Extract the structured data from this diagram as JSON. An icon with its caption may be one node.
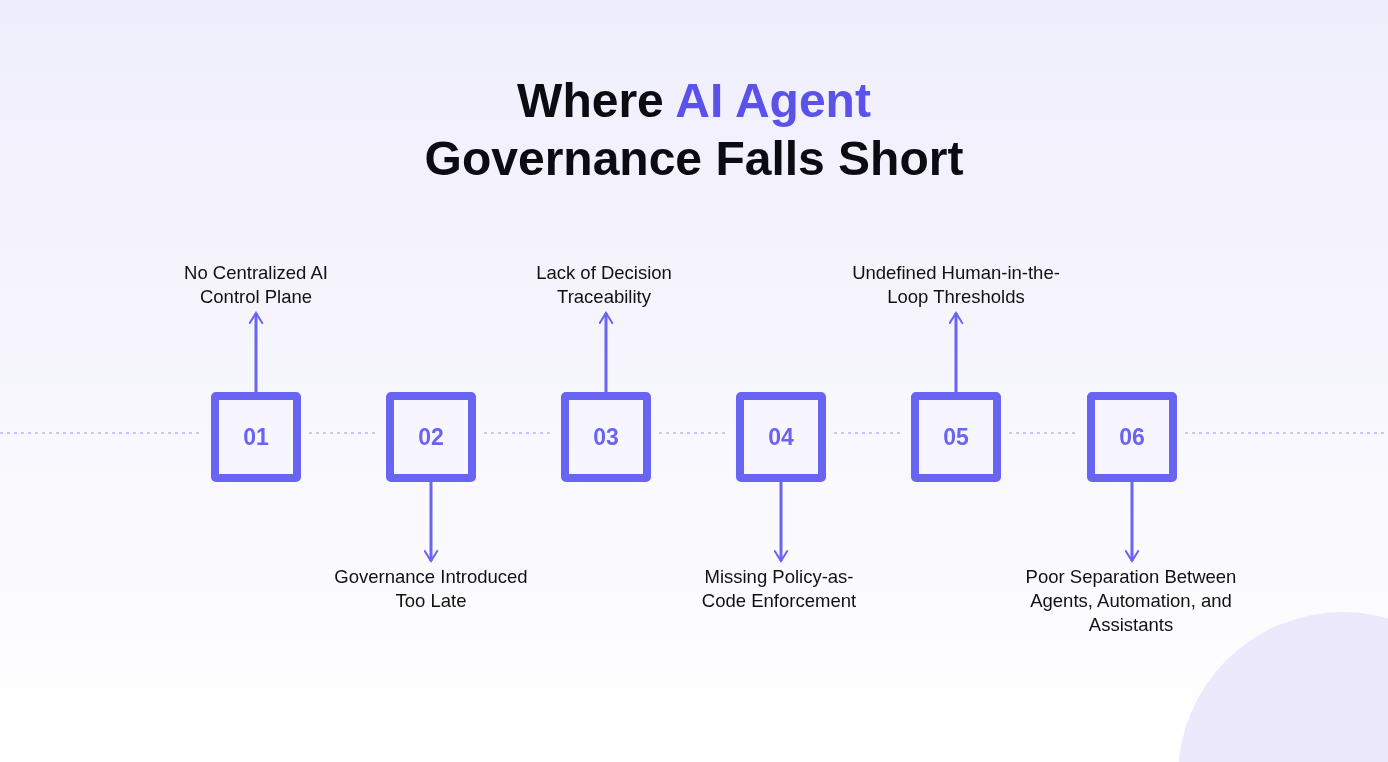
{
  "diagram": {
    "title": "Where AI Agent Governance Falls Short",
    "nodes": [
      {
        "text": [
          "01"
        ]
      },
      {
        "text": [
          "02"
        ]
      },
      {
        "text": [
          "03"
        ]
      },
      {
        "text": [
          "04"
        ]
      },
      {
        "text": [
          "05"
        ]
      },
      {
        "text": [
          "06"
        ]
      },
      {
        "text": [
          "No Centralized AI Control Plane"
        ]
      },
      {
        "text": [
          "Governance Introduced Too Late"
        ]
      },
      {
        "text": [
          "Lack of Decision Traceability"
        ]
      },
      {
        "text": [
          "Missing Policy-as-Code Enforcement"
        ]
      },
      {
        "text": [
          "Undefined Human-in-the-Loop Thresholds"
        ]
      },
      {
        "text": [
          "Poor Separation Between Agents, Automation, and Assistants"
        ]
      }
    ],
    "edges": [
      {
        "from": 0,
        "to": 6,
        "arrow": "to"
      },
      {
        "from": 1,
        "to": 7,
        "arrow": "to"
      },
      {
        "from": 2,
        "to": 8,
        "arrow": "to"
      },
      {
        "from": 3,
        "to": 9,
        "arrow": "to"
      },
      {
        "from": 4,
        "to": 10,
        "arrow": "to"
      },
      {
        "from": 5,
        "to": 11,
        "arrow": "to"
      },
      {
        "from": null,
        "to": 0,
        "arrow": "none",
        "style": "dashed",
        "color": "#b9b5f2"
      },
      {
        "from": 0,
        "to": 1,
        "arrow": "none",
        "style": "dashed",
        "color": "#b9b5f2"
      },
      {
        "from": 1,
        "to": 2,
        "arrow": "none",
        "style": "dashed",
        "color": "#b9b5f2"
      },
      {
        "from": 2,
        "to": 3,
        "arrow": "none",
        "style": "dashed",
        "color": "#b9b5f2"
      },
      {
        "from": 3,
        "to": 4,
        "arrow": "none",
        "style": "dashed",
        "color": "#b9b5f2"
      },
      {
        "from": 4,
        "to": 5,
        "arrow": "none",
        "style": "dashed",
        "color": "#b9b5f2"
      },
      {
        "from": 5,
        "to": null,
        "arrow": "none",
        "style": "dashed",
        "color": "#b9b5f2"
      }
    ]
  }
}
